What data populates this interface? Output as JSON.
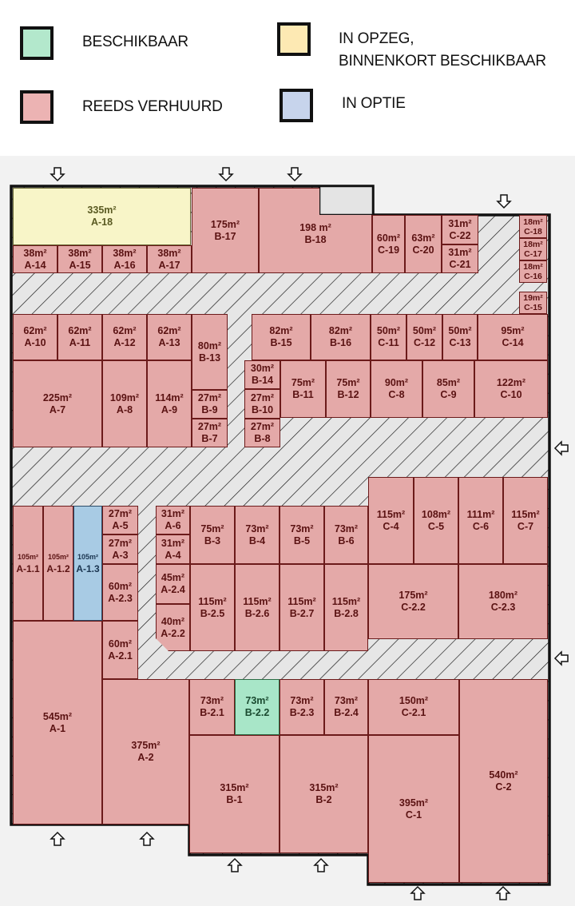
{
  "legend": [
    {
      "key": "available",
      "label": "BESCHIKBAAR",
      "color": "#b3e8cc"
    },
    {
      "key": "notice",
      "label_line1": "IN OPZEG,",
      "label_line2": "BINNENKORT BESCHIKBAAR",
      "color": "#fde9b3"
    },
    {
      "key": "rented",
      "label": "REEDS VERHUURD",
      "color": "#ecb3b3"
    },
    {
      "key": "option",
      "label": "IN OPTIE",
      "color": "#c7d4ec"
    }
  ],
  "colors": {
    "rented": "#e4a9a8",
    "available": "#a8e6c8",
    "notice": "#f8f5c8",
    "option": "#a8cbe4",
    "corridor": "#e6e6e6"
  },
  "units": [
    {
      "id": "A-18",
      "area": "335m²",
      "status": "notice"
    },
    {
      "id": "A-14",
      "area": "38m²",
      "status": "rented"
    },
    {
      "id": "A-15",
      "area": "38m²",
      "status": "rented"
    },
    {
      "id": "A-16",
      "area": "38m²",
      "status": "rented"
    },
    {
      "id": "A-17",
      "area": "38m²",
      "status": "rented"
    },
    {
      "id": "B-17",
      "area": "175m²",
      "status": "rented"
    },
    {
      "id": "B-18",
      "area": "198 m²",
      "status": "rented"
    },
    {
      "id": "C-19",
      "area": "60m²",
      "status": "rented"
    },
    {
      "id": "C-20",
      "area": "63m²",
      "status": "rented"
    },
    {
      "id": "C-22",
      "area": "31m²",
      "status": "rented"
    },
    {
      "id": "C-21",
      "area": "31m²",
      "status": "rented"
    },
    {
      "id": "C-18",
      "area": "18m²",
      "status": "rented"
    },
    {
      "id": "C-17",
      "area": "18m²",
      "status": "rented"
    },
    {
      "id": "C-16",
      "area": "18m²",
      "status": "rented"
    },
    {
      "id": "C-15",
      "area": "19m²",
      "status": "rented"
    },
    {
      "id": "A-10",
      "area": "62m²",
      "status": "rented"
    },
    {
      "id": "A-11",
      "area": "62m²",
      "status": "rented"
    },
    {
      "id": "A-12",
      "area": "62m²",
      "status": "rented"
    },
    {
      "id": "A-13",
      "area": "62m²",
      "status": "rented"
    },
    {
      "id": "B-13",
      "area": "80m²",
      "status": "rented"
    },
    {
      "id": "B-9",
      "area": "27m²",
      "status": "rented"
    },
    {
      "id": "B-7",
      "area": "27m²",
      "status": "rented"
    },
    {
      "id": "A-7",
      "area": "225m²",
      "status": "rented"
    },
    {
      "id": "A-8",
      "area": "109m²",
      "status": "rented"
    },
    {
      "id": "A-9",
      "area": "114m²",
      "status": "rented"
    },
    {
      "id": "B-15",
      "area": "82m²",
      "status": "rented"
    },
    {
      "id": "B-16",
      "area": "82m²",
      "status": "rented"
    },
    {
      "id": "C-11",
      "area": "50m²",
      "status": "rented"
    },
    {
      "id": "C-12",
      "area": "50m²",
      "status": "rented"
    },
    {
      "id": "C-13",
      "area": "50m²",
      "status": "rented"
    },
    {
      "id": "C-14",
      "area": "95m²",
      "status": "rented"
    },
    {
      "id": "B-14",
      "area": "30m²",
      "status": "rented"
    },
    {
      "id": "B-10",
      "area": "27m²",
      "status": "rented"
    },
    {
      "id": "B-8",
      "area": "27m²",
      "status": "rented"
    },
    {
      "id": "B-11",
      "area": "75m²",
      "status": "rented"
    },
    {
      "id": "B-12",
      "area": "75m²",
      "status": "rented"
    },
    {
      "id": "C-8",
      "area": "90m²",
      "status": "rented"
    },
    {
      "id": "C-9",
      "area": "85m²",
      "status": "rented"
    },
    {
      "id": "C-10",
      "area": "122m²",
      "status": "rented"
    },
    {
      "id": "C-4",
      "area": "115m²",
      "status": "rented"
    },
    {
      "id": "C-5",
      "area": "108m²",
      "status": "rented"
    },
    {
      "id": "C-6",
      "area": "111m²",
      "status": "rented"
    },
    {
      "id": "C-7",
      "area": "115m²",
      "status": "rented"
    },
    {
      "id": "A-1.1",
      "area": "105m²",
      "status": "rented"
    },
    {
      "id": "A-1.2",
      "area": "105m²",
      "status": "rented"
    },
    {
      "id": "A-1.3",
      "area": "105m²",
      "status": "option"
    },
    {
      "id": "A-5",
      "area": "27m²",
      "status": "rented"
    },
    {
      "id": "A-3",
      "area": "27m²",
      "status": "rented"
    },
    {
      "id": "A-2.3",
      "area": "60m²",
      "status": "rented"
    },
    {
      "id": "A-2.1",
      "area": "60m²",
      "status": "rented"
    },
    {
      "id": "A-6",
      "area": "31m²",
      "status": "rented"
    },
    {
      "id": "A-4",
      "area": "31m²",
      "status": "rented"
    },
    {
      "id": "A-2.4",
      "area": "45m²",
      "status": "rented"
    },
    {
      "id": "A-2.2",
      "area": "40m²",
      "status": "rented"
    },
    {
      "id": "B-3",
      "area": "75m²",
      "status": "rented"
    },
    {
      "id": "B-4",
      "area": "73m²",
      "status": "rented"
    },
    {
      "id": "B-5",
      "area": "73m²",
      "status": "rented"
    },
    {
      "id": "B-6",
      "area": "73m²",
      "status": "rented"
    },
    {
      "id": "B-2.5",
      "area": "115m²",
      "status": "rented"
    },
    {
      "id": "B-2.6",
      "area": "115m²",
      "status": "rented"
    },
    {
      "id": "B-2.7",
      "area": "115m²",
      "status": "rented"
    },
    {
      "id": "B-2.8",
      "area": "115m²",
      "status": "rented"
    },
    {
      "id": "C-2.2",
      "area": "175m²",
      "status": "rented"
    },
    {
      "id": "C-2.3",
      "area": "180m²",
      "status": "rented"
    },
    {
      "id": "A-1",
      "area": "545m²",
      "status": "rented"
    },
    {
      "id": "A-2",
      "area": "375m²",
      "status": "rented"
    },
    {
      "id": "B-2.1",
      "area": "73m²",
      "status": "rented"
    },
    {
      "id": "B-2.2",
      "area": "73m²",
      "status": "available"
    },
    {
      "id": "B-2.3",
      "area": "73m²",
      "status": "rented"
    },
    {
      "id": "B-2.4",
      "area": "73m²",
      "status": "rented"
    },
    {
      "id": "C-2.1",
      "area": "150m²",
      "status": "rented"
    },
    {
      "id": "C-2",
      "area": "540m²",
      "status": "rented"
    },
    {
      "id": "B-1",
      "area": "315m²",
      "status": "rented"
    },
    {
      "id": "B-2",
      "area": "315m²",
      "status": "rented"
    },
    {
      "id": "C-1",
      "area": "395m²",
      "status": "rented"
    }
  ],
  "entrances": [
    {
      "dir": "down"
    },
    {
      "dir": "down"
    },
    {
      "dir": "down"
    },
    {
      "dir": "down"
    },
    {
      "dir": "left"
    },
    {
      "dir": "left"
    },
    {
      "dir": "up"
    },
    {
      "dir": "up"
    },
    {
      "dir": "up"
    },
    {
      "dir": "up"
    },
    {
      "dir": "up"
    },
    {
      "dir": "up"
    }
  ]
}
